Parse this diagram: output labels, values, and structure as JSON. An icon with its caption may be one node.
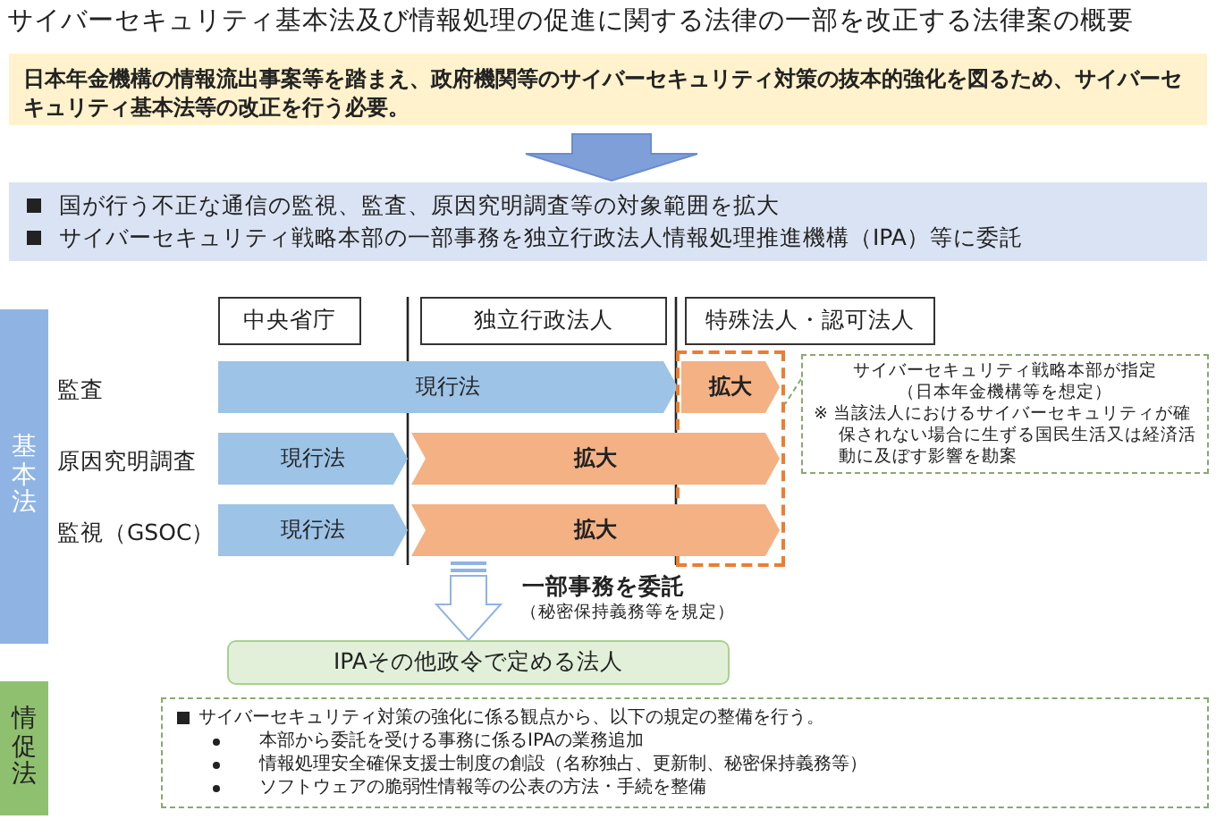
{
  "diagram": {
    "title": "サイバーセキュリティ基本法及び情報処理の促進に関する法律の一部を改正する法律案の概要",
    "nodes": [
      {
        "text": [
          "日本年金機構の情報流出事案等を踏まえ、政府機関等のサイバーセキュリティ対策の抜本的強化を図るため、サイバーセキュリティ基本法等の改正を行う必要。"
        ]
      },
      {
        "text": [
          "国が行う不正な通信の監視、監査、原因究明調査等の対象範囲を拡大",
          "サイバーセキュリティ戦略本部の一部事務を独立行政法人情報処理推進機構（IPA）等に委託"
        ]
      },
      {
        "text": [
          "基本法"
        ]
      },
      {
        "text": [
          "中央省庁"
        ]
      },
      {
        "text": [
          "独立行政法人"
        ]
      },
      {
        "text": [
          "特殊法人・認可法人"
        ]
      },
      {
        "text": [
          "現行法"
        ]
      },
      {
        "text": [],
        "shape": "box"
      },
      {
        "text": [
          "拡大"
        ],
        "in": 7
      },
      {
        "text": [
          "現行法"
        ]
      },
      {
        "text": [
          "拡大"
        ]
      },
      {
        "text": [
          "現行法"
        ]
      },
      {
        "text": [
          "拡大"
        ]
      },
      {
        "text": [
          "サイバーセキュリティ戦略本部が指定",
          "（日本年金機構等を想定）",
          "※ 当該法人におけるサイバーセキュリティが確保されない場合に生ずる国民生活又は経済活動に及ぼす影響を勘案"
        ]
      },
      {
        "text": [
          "IPAその他政令で定める法人"
        ]
      },
      {
        "text": [
          "情促法"
        ]
      },
      {
        "text": [
          "サイバーセキュリティ対策の強化に係る観点から、以下の規定の整備を行う。",
          "本部から委託を受ける事務に係るIPAの業務追加",
          "情報処理安全確保支援士制度の創設（名称独占、更新制、秘密保持義務等）",
          "ソフトウェアの脆弱性情報等の公表の方法・手続を整備"
        ]
      }
    ],
    "edges": [
      {
        "from": 0,
        "to": 1,
        "arrow": "to"
      },
      {
        "from": null,
        "to": 14,
        "arrow": "to",
        "label": "一部事務を委託"
      },
      {
        "from": 13,
        "to": 7,
        "arrow": "none",
        "style": "dashed"
      }
    ],
    "labels": [
      "監査",
      "原因究明調査",
      "監視（GSOC）",
      "（秘密保持義務等を規定）"
    ]
  }
}
